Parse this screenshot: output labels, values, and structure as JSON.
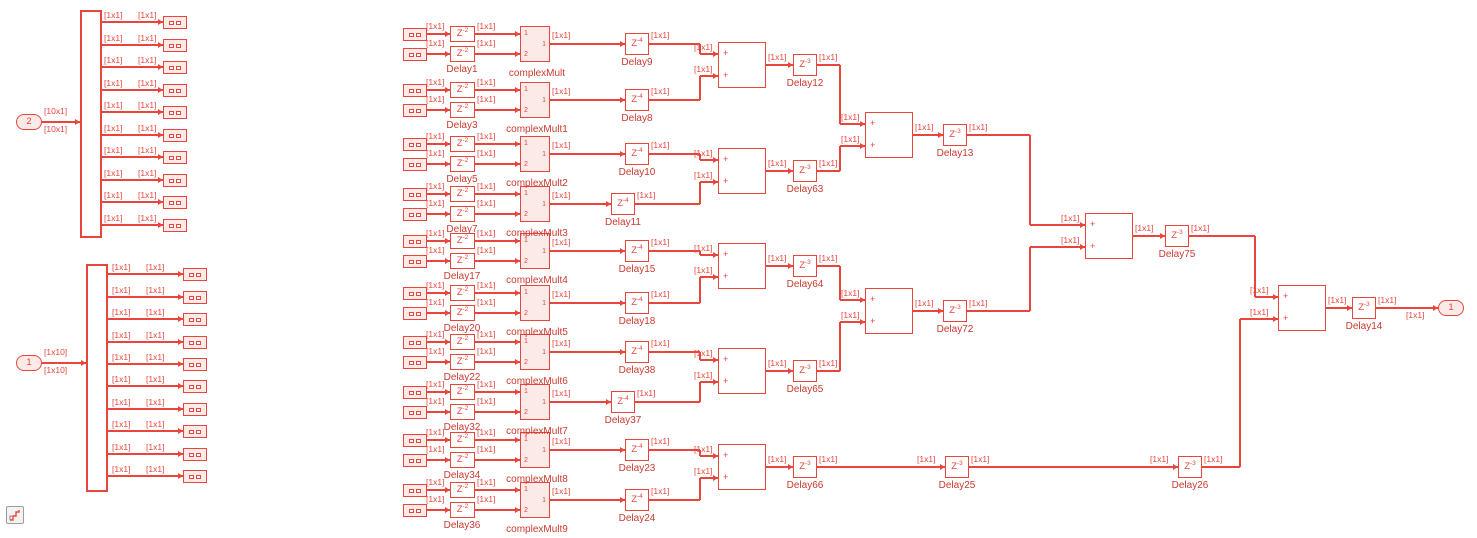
{
  "colors": {
    "line": "#e8463c",
    "name_label": "#ca3a2f",
    "tint_fill": "#fceae8",
    "legend_border": "#9d9d9d",
    "legend_fill": "#f2f2f2"
  },
  "dims": {
    "scalar": "[1x1]"
  },
  "inports": [
    {
      "label": "2",
      "dim": "[10x1]"
    },
    {
      "label": "1",
      "dim": "[1x10]"
    }
  ],
  "outport": {
    "label": "1"
  },
  "delay": {
    "base": "Z",
    "exp_pair": "-2",
    "exp_post": "-4",
    "exp_acc": "-3"
  },
  "mult_ports": {
    "in1": "1",
    "in2": "2",
    "out": "1"
  },
  "adder": {
    "plus": "+"
  },
  "groups": [
    {
      "pair": "Delay1",
      "mult": "complexMult",
      "post": "Delay9"
    },
    {
      "pair": "Delay3",
      "mult": "complexMult1",
      "post": "Delay8"
    },
    {
      "pair": "Delay5",
      "mult": "complexMult2",
      "post": "Delay10"
    },
    {
      "pair": "Delay7",
      "mult": "complexMult3",
      "post": "Delay11"
    },
    {
      "pair": "Delay17",
      "mult": "complexMult4",
      "post": "Delay15"
    },
    {
      "pair": "Delay20",
      "mult": "complexMult5",
      "post": "Delay18"
    },
    {
      "pair": "Delay22",
      "mult": "complexMult6",
      "post": "Delay38"
    },
    {
      "pair": "Delay32",
      "mult": "complexMult7",
      "post": "Delay37"
    },
    {
      "pair": "Delay34",
      "mult": "complexMult8",
      "post": "Delay23"
    },
    {
      "pair": "Delay36",
      "mult": "complexMult9",
      "post": "Delay24"
    }
  ],
  "stage1_delays": [
    "Delay12",
    "Delay63",
    "Delay64",
    "Delay65",
    "Delay66"
  ],
  "stage2_delays": [
    "Delay13",
    "Delay72"
  ],
  "stage3_delay": "Delay75",
  "chain_delays": [
    "Delay25",
    "Delay26"
  ],
  "final_delay": "Delay14"
}
